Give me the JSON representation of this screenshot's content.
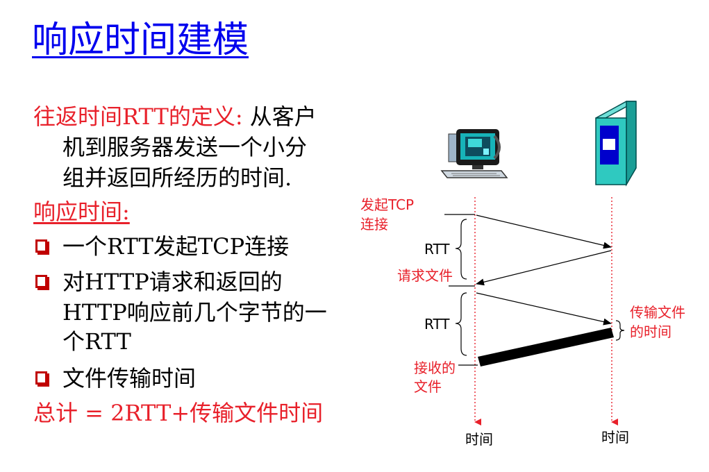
{
  "title": "响应时间建模",
  "left": {
    "def_prefix": "往返时间RTT的定义:",
    "def_line1": " 从客户",
    "def_line2": "机到服务器发送一个小分",
    "def_line3": "组并返回所经历的时间.",
    "response_heading": "响应时间:",
    "bullets": [
      {
        "lines": [
          "一个RTT发起TCP连接"
        ]
      },
      {
        "lines": [
          "对HTTP请求和返回的",
          "HTTP响应前几个字节的一",
          "个RTT"
        ]
      },
      {
        "lines": [
          "文件传输时间"
        ]
      }
    ],
    "total": "总计 = 2RTT+传输文件时间"
  },
  "diagram": {
    "label_tcp_1": "发起TCP",
    "label_tcp_2": "连接",
    "rtt_label_1": "RTT",
    "request_file": "请求文件",
    "rtt_label_2": "RTT",
    "transmit_1": "传输文件",
    "transmit_2": "的时间",
    "received_1": "接收的",
    "received_2": "文件",
    "time_client": "时间",
    "time_server": "时间",
    "client_icon": "computer-icon",
    "server_icon": "server-tower-icon"
  },
  "colors": {
    "title": "#0000ee",
    "accent_red": "#e8202a",
    "server_teal": "#2fc9c0",
    "server_blue": "#0000cc"
  }
}
